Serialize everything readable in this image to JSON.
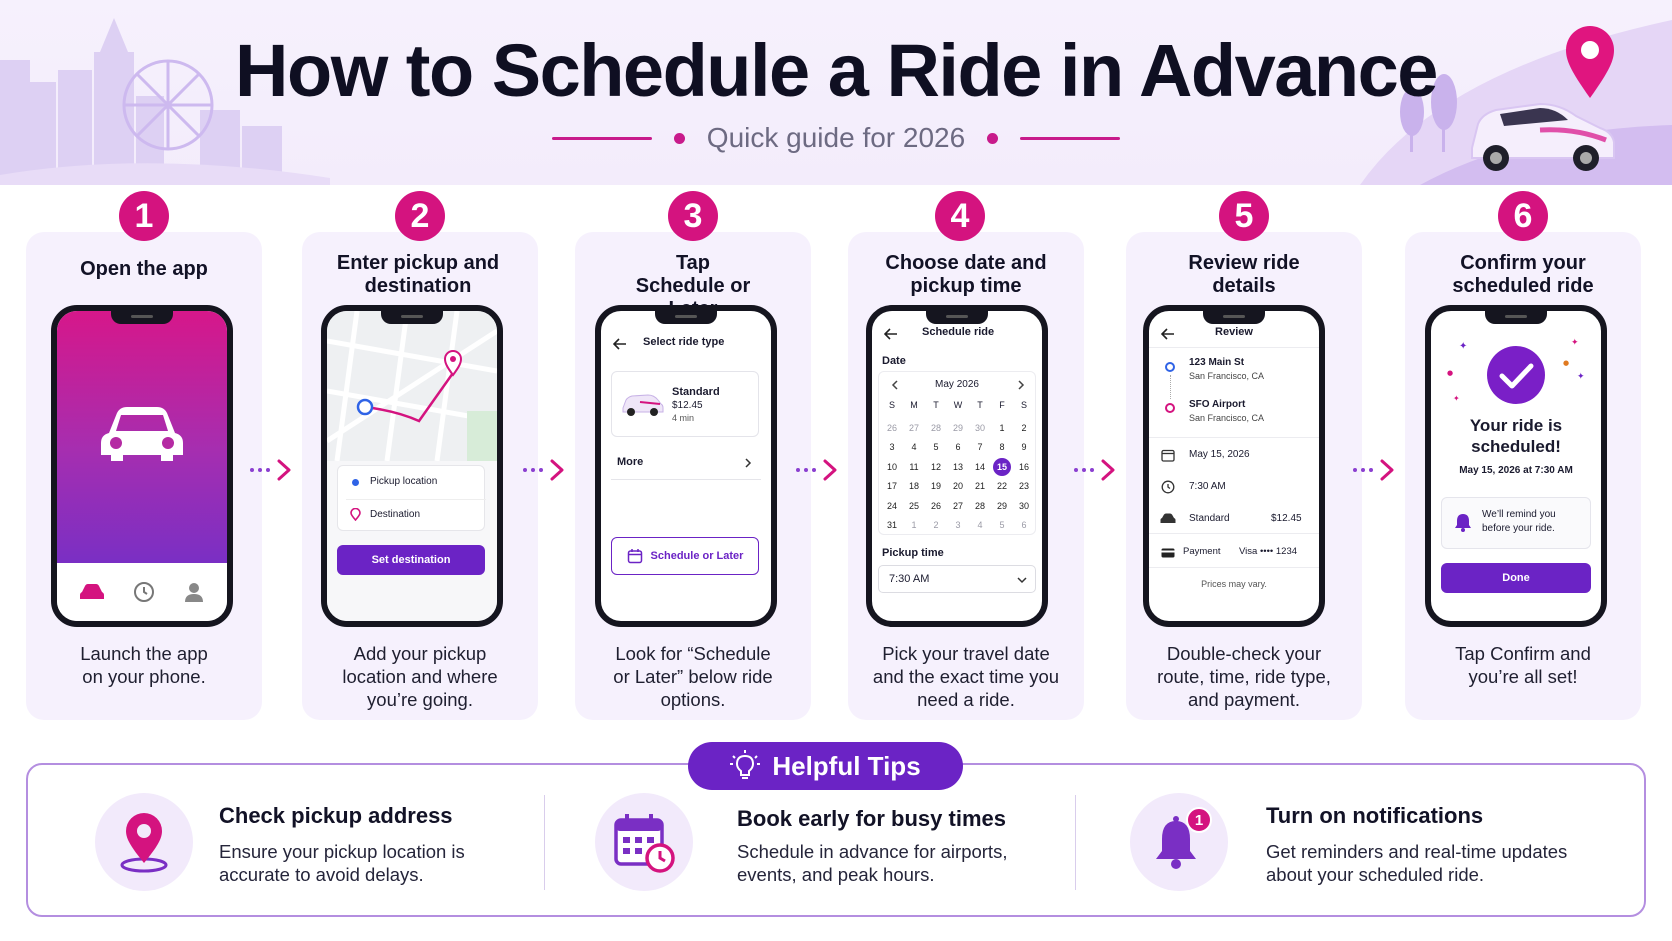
{
  "header": {
    "title": "How to Schedule a Ride in Advance",
    "subtitle": "Quick guide for 2026"
  },
  "colors": {
    "accent_pink": "#d4137f",
    "accent_purple": "#6b23c5",
    "card_bg": "#f6f1fd"
  },
  "steps": [
    {
      "number": "1",
      "title": "Open the app",
      "description": "Launch the app on your phone."
    },
    {
      "number": "2",
      "title": "Enter pickup and destination",
      "description": "Add your pickup location and where you’re going."
    },
    {
      "number": "3",
      "title": "Tap Schedule or Later",
      "description": "Look for “Schedule or Later” below ride options."
    },
    {
      "number": "4",
      "title": "Choose date and pickup time",
      "description": "Pick your travel date and the exact time you need a ride."
    },
    {
      "number": "5",
      "title": "Review ride details",
      "description": "Double-check your route, time, ride type, and payment."
    },
    {
      "number": "6",
      "title": "Confirm your scheduled ride",
      "description": "Tap Confirm and you’re all set!"
    }
  ],
  "screen2": {
    "pickup_placeholder": "Pickup location",
    "destination_placeholder": "Destination",
    "button": "Set destination"
  },
  "screen3": {
    "header": "Select ride type",
    "ride_name": "Standard",
    "ride_price": "$12.45",
    "ride_eta": "4 min",
    "more": "More",
    "schedule_button": "Schedule or Later"
  },
  "screen4": {
    "header": "Schedule ride",
    "date_label": "Date",
    "month": "May 2026",
    "weekdays": [
      "S",
      "M",
      "T",
      "W",
      "T",
      "F",
      "S"
    ],
    "days": [
      "26",
      "27",
      "28",
      "29",
      "30",
      "1",
      "2",
      "3",
      "4",
      "5",
      "6",
      "7",
      "8",
      "9",
      "10",
      "11",
      "12",
      "13",
      "14",
      "15",
      "16",
      "17",
      "18",
      "19",
      "20",
      "21",
      "22",
      "23",
      "24",
      "25",
      "26",
      "27",
      "28",
      "29",
      "30",
      "31",
      "1",
      "2",
      "3",
      "4",
      "5",
      "6"
    ],
    "selected_day": "15",
    "time_label": "Pickup time",
    "time_value": "7:30 AM"
  },
  "screen5": {
    "header": "Review",
    "pickup_name": "123 Main St",
    "pickup_city": "San Francisco, CA",
    "dest_name": "SFO Airport",
    "dest_city": "San Francisco, CA",
    "date": "May 15, 2026",
    "time": "7:30 AM",
    "ride_type": "Standard",
    "price": "$12.45",
    "payment_label": "Payment",
    "payment_value": "Visa •••• 1234",
    "note": "Prices may vary."
  },
  "screen6": {
    "title": "Your ride is scheduled!",
    "datetime": "May 15, 2026 at 7:30 AM",
    "reminder": "We’ll remind you before your ride.",
    "done": "Done"
  },
  "tips": {
    "header": "Helpful Tips",
    "items": [
      {
        "title": "Check pickup address",
        "description": "Ensure your pickup location is accurate to avoid delays.",
        "icon": "location-pin-icon"
      },
      {
        "title": "Book early for busy times",
        "description": "Schedule in advance for airports, events, and peak hours.",
        "icon": "calendar-clock-icon"
      },
      {
        "title": "Turn on notifications",
        "description": "Get reminders and real-time updates about your scheduled ride.",
        "icon": "bell-icon",
        "badge": "1"
      }
    ]
  }
}
